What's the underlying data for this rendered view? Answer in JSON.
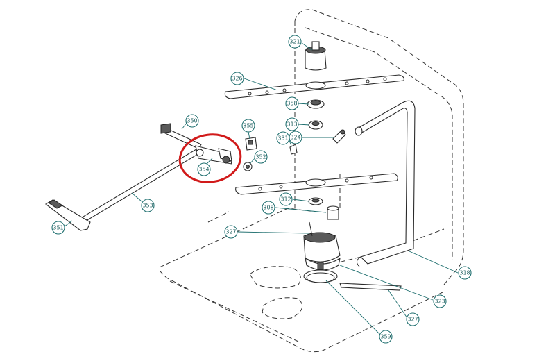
{
  "diagram": {
    "callouts": [
      {
        "id": "c321",
        "label": "321"
      },
      {
        "id": "c326",
        "label": "326"
      },
      {
        "id": "c358",
        "label": "358"
      },
      {
        "id": "c313",
        "label": "313"
      },
      {
        "id": "c331",
        "label": "331"
      },
      {
        "id": "c324",
        "label": "324"
      },
      {
        "id": "c350",
        "label": "350"
      },
      {
        "id": "c355",
        "label": "355"
      },
      {
        "id": "c352",
        "label": "352"
      },
      {
        "id": "c354",
        "label": "354"
      },
      {
        "id": "c312",
        "label": "312"
      },
      {
        "id": "c308",
        "label": "308"
      },
      {
        "id": "c353",
        "label": "353"
      },
      {
        "id": "c351",
        "label": "351"
      },
      {
        "id": "c327a",
        "label": "327"
      },
      {
        "id": "c318",
        "label": "318"
      },
      {
        "id": "c323",
        "label": "323"
      },
      {
        "id": "c327b",
        "label": "327"
      },
      {
        "id": "c359",
        "label": "359"
      }
    ],
    "highlight_color": "#d11a1a",
    "callout_color": "#1f6f6f"
  }
}
